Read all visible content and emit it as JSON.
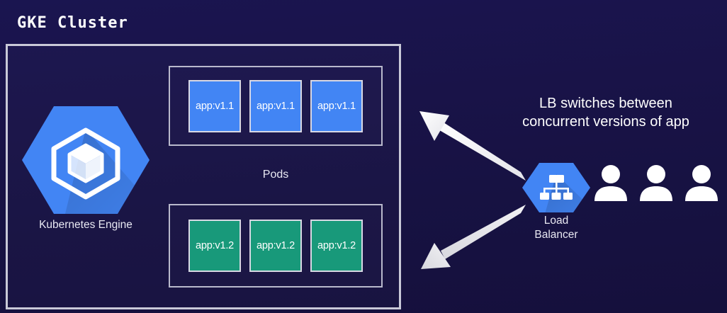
{
  "diagram": {
    "title": "GKE Cluster",
    "cluster": {
      "engine": {
        "label": "Kubernetes Engine",
        "icon": "gke-hexagon-icon",
        "color": "#4285F4"
      },
      "pods_caption": "Pods",
      "pod_groups": [
        {
          "version": "v1.1",
          "color": "#4285F4",
          "pods": [
            {
              "label": "app:v1.1"
            },
            {
              "label": "app:v1.1"
            },
            {
              "label": "app:v1.1"
            }
          ]
        },
        {
          "version": "v1.2",
          "color": "#18997A",
          "pods": [
            {
              "label": "app:v1.2"
            },
            {
              "label": "app:v1.2"
            },
            {
              "label": "app:v1.2"
            }
          ]
        }
      ]
    },
    "load_balancer": {
      "label_line1": "Load",
      "label_line2": "Balancer",
      "icon": "load-balancer-hexagon-icon",
      "color": "#4285F4"
    },
    "users": {
      "count": 3,
      "icon": "user-icon",
      "color": "#FFFFFF"
    },
    "annotation": {
      "line1": "LB switches between",
      "line2": "concurrent versions of app"
    },
    "arrows": [
      {
        "name": "lb-to-v1-1-arrow",
        "direction": "up-left",
        "color": "#FFFFFF"
      },
      {
        "name": "lb-to-v1-2-arrow",
        "direction": "down-left",
        "color": "#E8E8E8"
      }
    ],
    "colors": {
      "background": "#181244",
      "border": "#C9C9D8",
      "text": "#FFFFFF",
      "blue": "#4285F4",
      "green": "#18997A"
    }
  }
}
